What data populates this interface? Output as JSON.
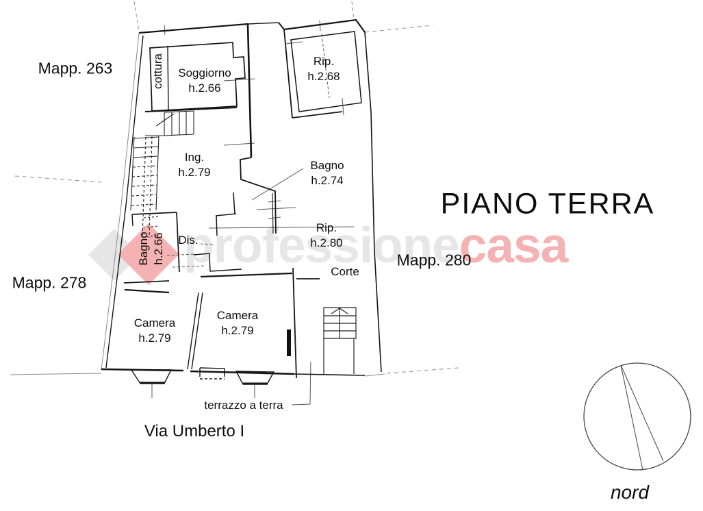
{
  "title": "PIANO TERRA",
  "street": "Via Umberto I",
  "north": {
    "label": "nord"
  },
  "parcels": [
    {
      "label": "Mapp. 263"
    },
    {
      "label": "Mapp. 278"
    },
    {
      "label": "Mapp. 280"
    }
  ],
  "rooms": [
    {
      "name": "cottura"
    },
    {
      "name": "Soggiorno",
      "height": "h.2.66"
    },
    {
      "name": "Rip.",
      "height": "h.2.68"
    },
    {
      "name": "Ing.",
      "height": "h.2.79"
    },
    {
      "name": "Bagno",
      "height": "h.2.74"
    },
    {
      "name": "Rip.",
      "height": "h.2.80"
    },
    {
      "name": "Bagno",
      "height": "h.2.66"
    },
    {
      "name": "Dis."
    },
    {
      "name": "Corte"
    },
    {
      "name": "Camera",
      "height": "h.2.79"
    },
    {
      "name": "Camera",
      "height": "h.2.79"
    }
  ],
  "annotations": {
    "terrace": "terrazzo a terra"
  },
  "watermark": {
    "part1": "professione",
    "part2": "casa"
  },
  "colors": {
    "watermark_gray": "#e6e6e6",
    "watermark_pink": "#f4b2b2",
    "line": "#1a1a1a"
  }
}
